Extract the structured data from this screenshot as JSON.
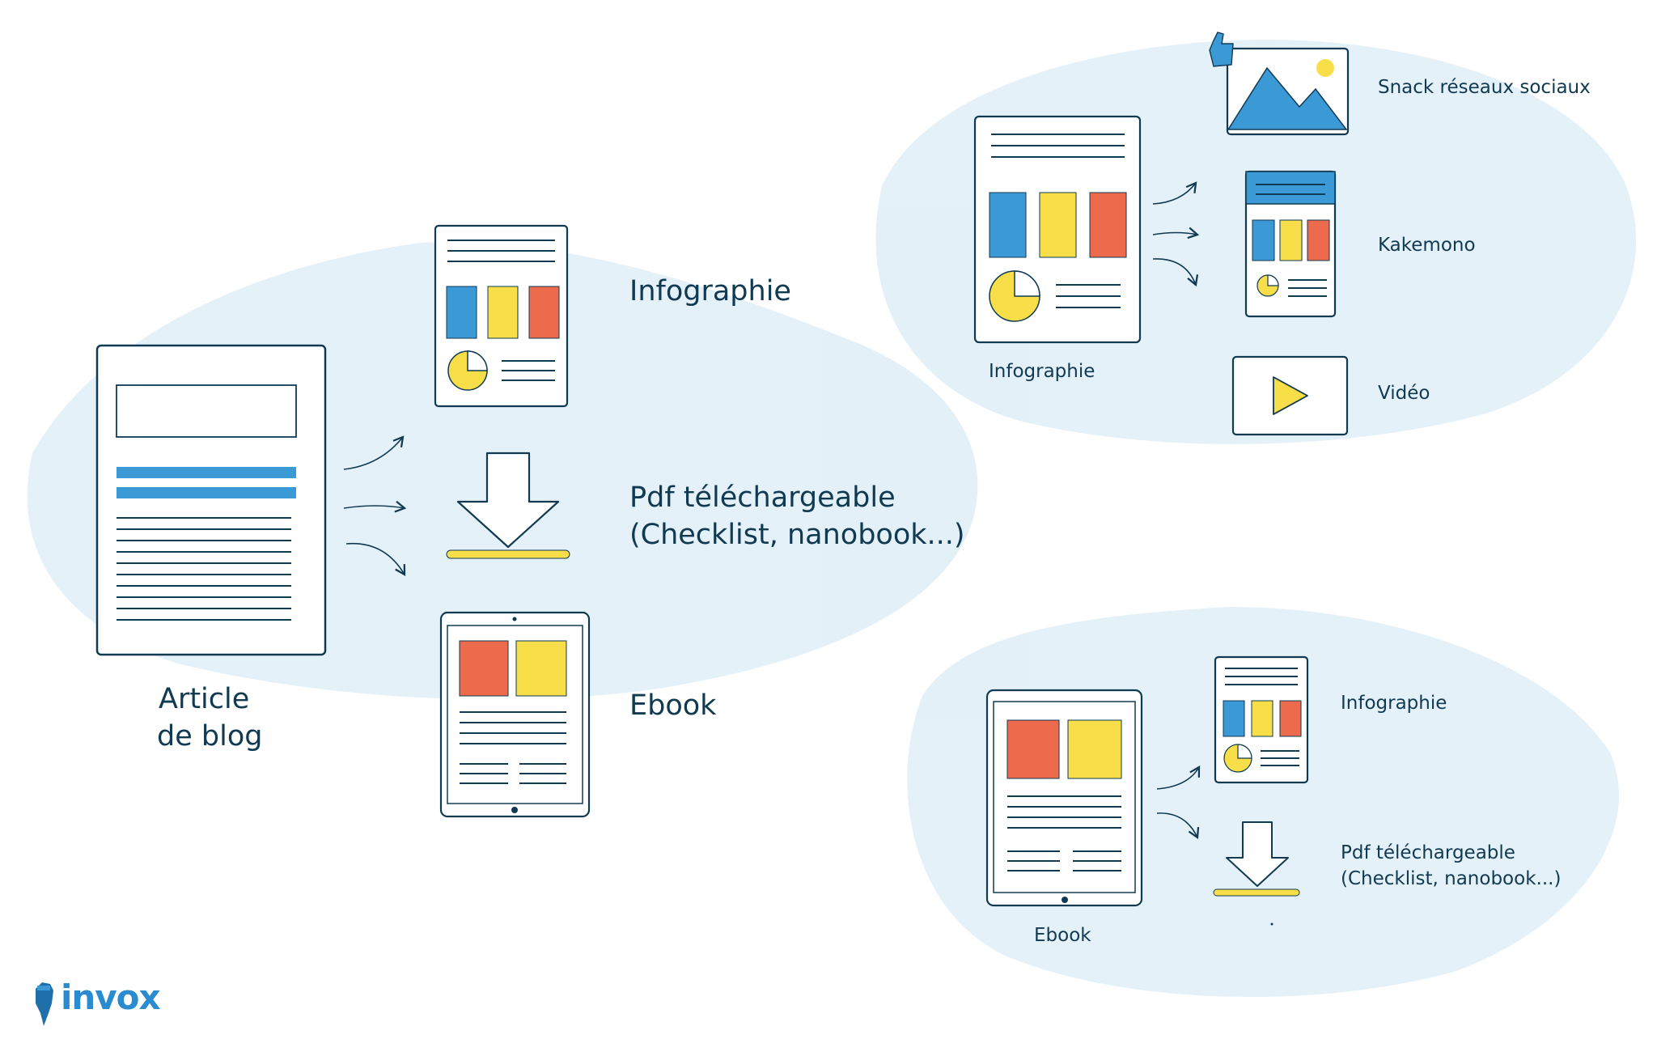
{
  "brand": {
    "name": "invox",
    "icon": "fist-pen-icon"
  },
  "colors": {
    "ink": "#103a52",
    "blue": "#3b9ad6",
    "yellow": "#f8de48",
    "red": "#ee6a4c",
    "wash": "#dcecf5"
  },
  "main": {
    "source": {
      "label_line1": "Article",
      "label_line2": "de blog"
    },
    "outputs": [
      {
        "label": "Infographie"
      },
      {
        "label_line1": "Pdf téléchargeable",
        "label_line2": "(Checklist, nanobook...)"
      },
      {
        "label": "Ebook"
      }
    ]
  },
  "cluster_infographie": {
    "source_label": "Infographie",
    "outputs": [
      {
        "label": "Snack réseaux sociaux"
      },
      {
        "label": "Kakemono"
      },
      {
        "label": "Vidéo"
      }
    ]
  },
  "cluster_ebook": {
    "source_label": "Ebook",
    "outputs": [
      {
        "label": "Infographie"
      },
      {
        "label_line1": "Pdf téléchargeable",
        "label_line2": "(Checklist, nanobook...)"
      }
    ]
  }
}
